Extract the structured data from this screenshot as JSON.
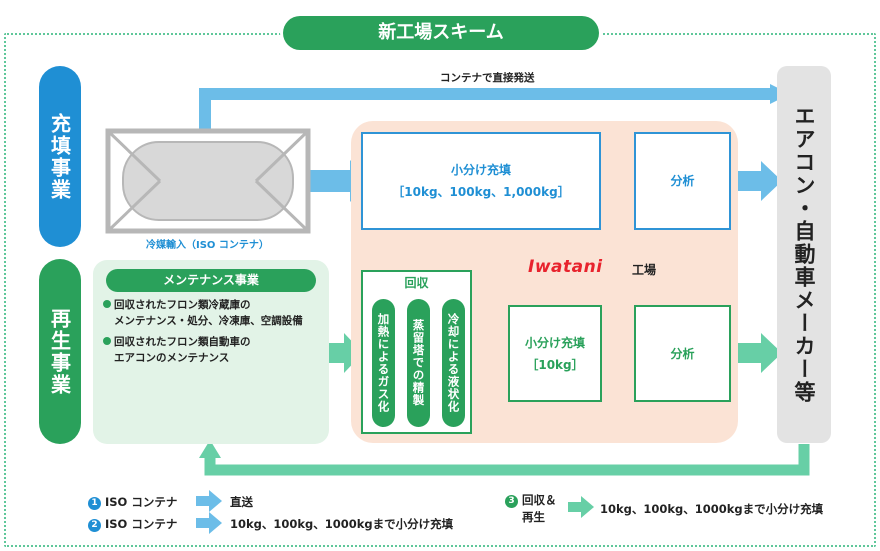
{
  "title": "新工場スキーム",
  "side_labels": {
    "fill": "充填事業",
    "regen": "再生事業"
  },
  "right_label": "エアコン・自動車メーカー等",
  "direct_ship_label": "コンテナで直接発送",
  "iso_caption": "冷媒輸入（ISO コンテナ）",
  "factory": {
    "brand": "Iwatani",
    "suffix": "工場",
    "fill_box": {
      "line1": "小分け充填",
      "line2": "［10kg、100kg、1,000kg］"
    },
    "analysis_top": "分析",
    "recover": {
      "title": "回収",
      "steps": [
        "加熱によるガス化",
        "蒸留塔での精製",
        "冷却による液状化"
      ]
    },
    "fill_box_green": {
      "line1": "小分け充填",
      "line2": "［10kg］"
    },
    "analysis_bottom": "分析"
  },
  "maintenance": {
    "title": "メンテナンス事業",
    "items": [
      {
        "line1": "回収されたフロン類冷蔵庫の",
        "line2": "メンテナンス・処分、冷凍庫、空調設備"
      },
      {
        "line1": "回収されたフロン類自動車の",
        "line2": "エアコンのメンテナンス"
      }
    ]
  },
  "legend": [
    {
      "num": "1",
      "label": "ISO コンテナ",
      "desc": "直送"
    },
    {
      "num": "2",
      "label": "ISO コンテナ",
      "desc": "10kg、100kg、1000kgまで小分け充填"
    },
    {
      "num": "3",
      "label_line1": "回収＆",
      "label_line2": "再生",
      "desc": "10kg、100kg、1000kgまで小分け充填"
    }
  ],
  "colors": {
    "blue": "#1f8fd4",
    "light_blue": "#6cbde8",
    "green": "#2aa15b",
    "light_green": "#67cfa6",
    "peach": "#fbe3d5",
    "gray": "#e3e3e3",
    "brand_red": "#e8232d"
  }
}
